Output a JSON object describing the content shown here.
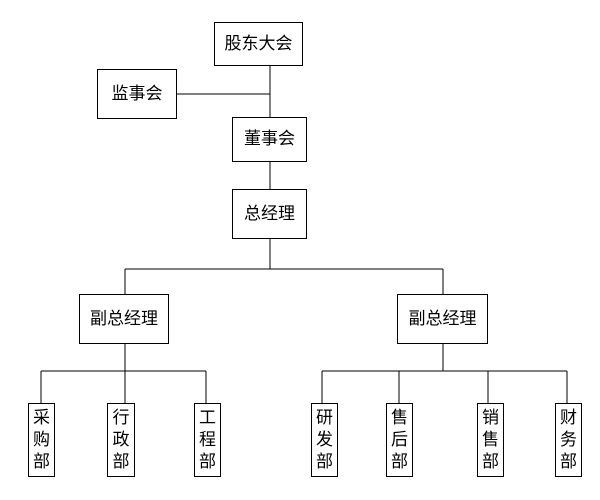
{
  "nodes": {
    "shareholders": "股东大会",
    "supervisory_board": "监事会",
    "board_of_directors": "董事会",
    "general_manager": "总经理",
    "deputy_gm_left": "副总经理",
    "deputy_gm_right": "副总经理",
    "procurement": "采购部",
    "administration": "行政部",
    "engineering": "工程部",
    "rnd": "研发部",
    "after_sales": "售后部",
    "sales": "销售部",
    "finance": "财务部"
  },
  "edges": [
    [
      "shareholders",
      "board_of_directors"
    ],
    [
      "supervisory_board",
      "board_of_directors"
    ],
    [
      "board_of_directors",
      "general_manager"
    ],
    [
      "general_manager",
      "deputy_gm_left"
    ],
    [
      "general_manager",
      "deputy_gm_right"
    ],
    [
      "deputy_gm_left",
      "procurement"
    ],
    [
      "deputy_gm_left",
      "administration"
    ],
    [
      "deputy_gm_left",
      "engineering"
    ],
    [
      "deputy_gm_right",
      "rnd"
    ],
    [
      "deputy_gm_right",
      "after_sales"
    ],
    [
      "deputy_gm_right",
      "sales"
    ],
    [
      "deputy_gm_right",
      "finance"
    ]
  ],
  "colors": {
    "line": "#000000",
    "box_border": "#000000",
    "background": "#ffffff"
  }
}
